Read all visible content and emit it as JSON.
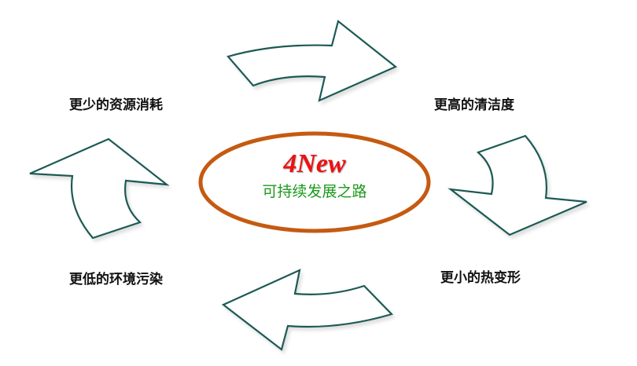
{
  "center": {
    "title": "4New",
    "subtitle": "可持续发展之路"
  },
  "labels": {
    "top_left": "更少的资源消耗",
    "top_right": "更高的清洁度",
    "bottom_right": "更小的热变形",
    "bottom_left": "更低的环境污染"
  },
  "colors": {
    "arrow_stroke": "#1e5a55",
    "ellipse_stroke": "#c55a11",
    "title": "#ee1111",
    "subtitle": "#1a9a1a"
  }
}
